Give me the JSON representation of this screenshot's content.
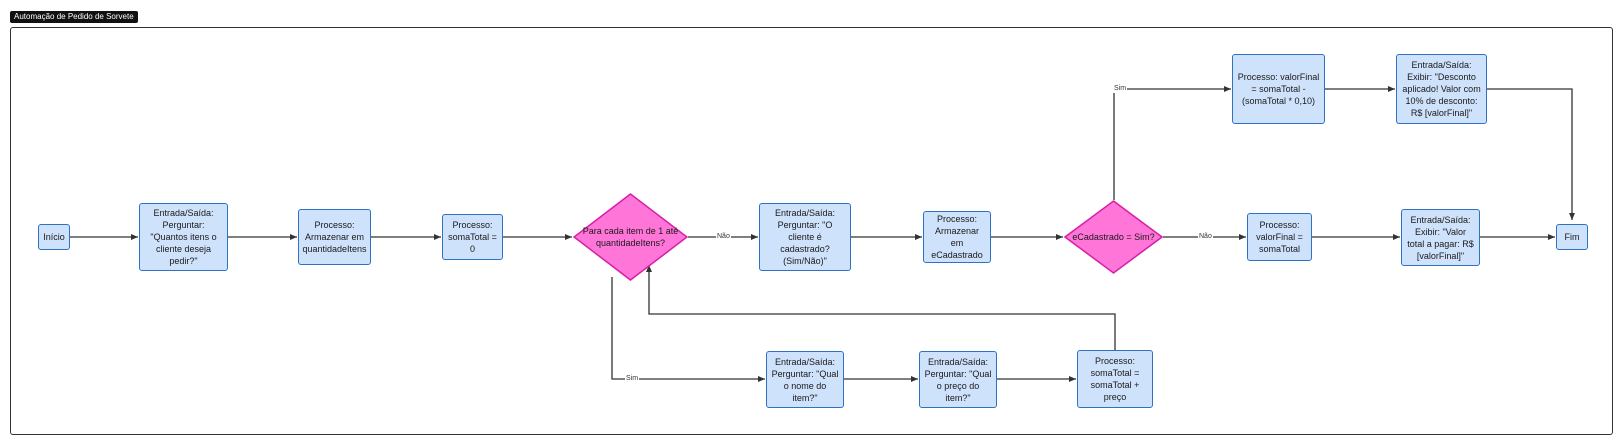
{
  "diagram": {
    "title": "Automação de Pedido de Sorvete",
    "nodes": {
      "inicio": "Início",
      "perg_qtd": "Entrada/Saída: Perguntar: \"Quantos itens o cliente deseja pedir?\"",
      "arm_qtd": "Processo: Armazenar em quantidadeItens",
      "soma_zero": "Processo: somaTotal = 0",
      "loop": "Para cada item de 1 até quantidadeItens?",
      "perg_nome": "Entrada/Saída: Perguntar: \"Qual o nome do item?\"",
      "perg_preco": "Entrada/Saída: Perguntar: \"Qual o preço do item?\"",
      "soma_add": "Processo: somaTotal = somaTotal + preço",
      "perg_cad": "Entrada/Saída: Perguntar: \"O cliente é cadastrado? (Sim/Não)\"",
      "arm_cad": "Processo: Armazenar em eCadastrado",
      "dec_cad": "eCadastrado = Sim?",
      "desc": "Processo: valorFinal = somaTotal - (somaTotal * 0,10)",
      "exib_desc": "Entrada/Saída: Exibir: \"Desconto aplicado! Valor com 10% de desconto: R$ [valorFinal]\"",
      "sem_desc": "Processo: valorFinal = somaTotal",
      "exib_total": "Entrada/Saída: Exibir: \"Valor total a pagar: R$ [valorFinal]\"",
      "fim": "Fim"
    },
    "edge_labels": {
      "loop_nao": "Não",
      "loop_sim": "Sim",
      "cad_sim": "Sim",
      "cad_nao": "Não"
    },
    "colors": {
      "process_fill": "#cfe2fb",
      "process_border": "#2f72c4",
      "decision_fill": "#ff75d8",
      "decision_border": "#d61fa7",
      "edge": "#333333"
    }
  }
}
